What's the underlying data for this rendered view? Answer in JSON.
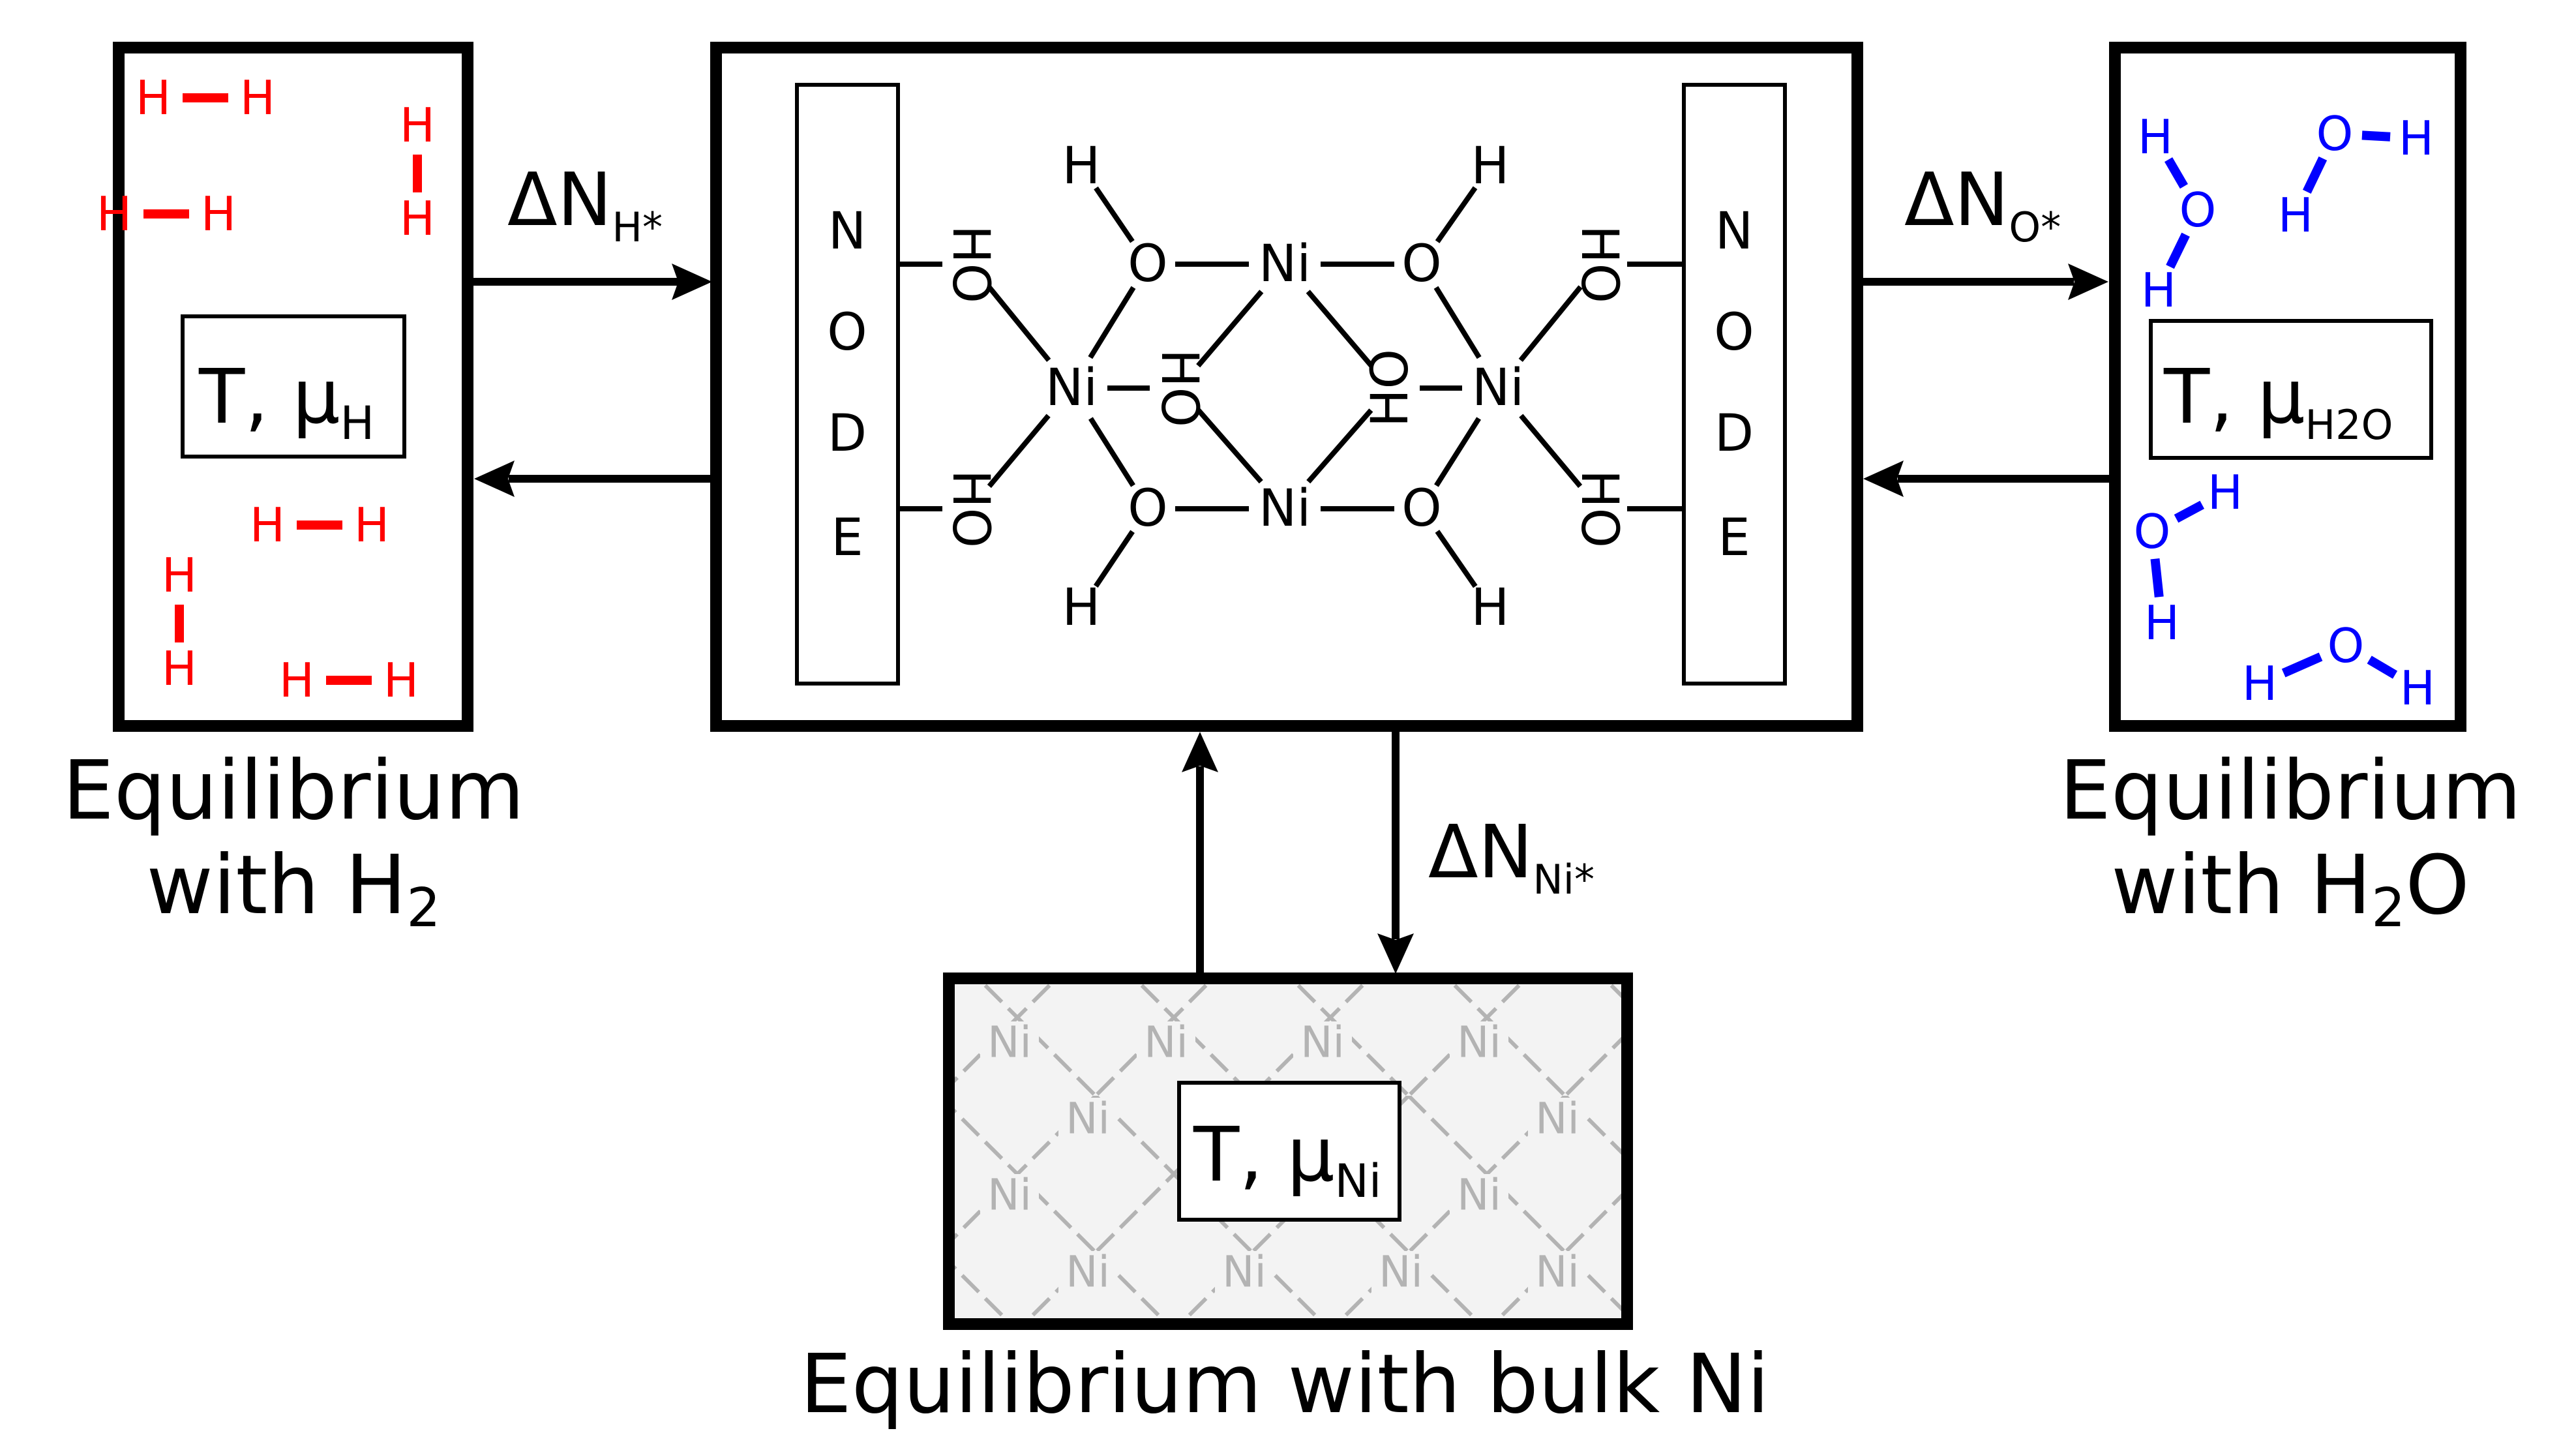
{
  "colors": {
    "line": "#000000",
    "h2": "#ff0000",
    "h2o": "#0000ff",
    "ni_bulk": "#b3b3b3",
    "ni_bulk_bg": "#f2f2f2"
  },
  "left": {
    "condition": {
      "main": "T, μ",
      "sub": "H"
    },
    "caption": {
      "line1": "Equilibrium",
      "line2_main": "with H",
      "line2_sub": "2"
    },
    "molecule_atom": "H"
  },
  "right": {
    "condition": {
      "main": "T, μ",
      "sub": "H2O"
    },
    "caption": {
      "line1": "Equilibrium",
      "line2_a": "with H",
      "line2_sub": "2",
      "line2_b": "O"
    },
    "atoms": {
      "oxygen": "O",
      "hydrogen": "H"
    }
  },
  "bottom": {
    "condition": {
      "main": "T, μ",
      "sub": "Ni"
    },
    "caption": "Equilibrium with bulk Ni",
    "lattice_atom": "Ni"
  },
  "fluxes": {
    "hydrogen": {
      "main": "ΔN",
      "sub": "H*"
    },
    "oxygen": {
      "main": "ΔN",
      "sub": "O*"
    },
    "nickel": {
      "main": "ΔN",
      "sub": "Ni*"
    }
  },
  "cluster": {
    "node_letters": [
      "N",
      "O",
      "D",
      "E"
    ],
    "hydroxyl": "HO",
    "atoms": {
      "nickel": "Ni",
      "oxygen": "O",
      "hydrogen": "H"
    }
  }
}
